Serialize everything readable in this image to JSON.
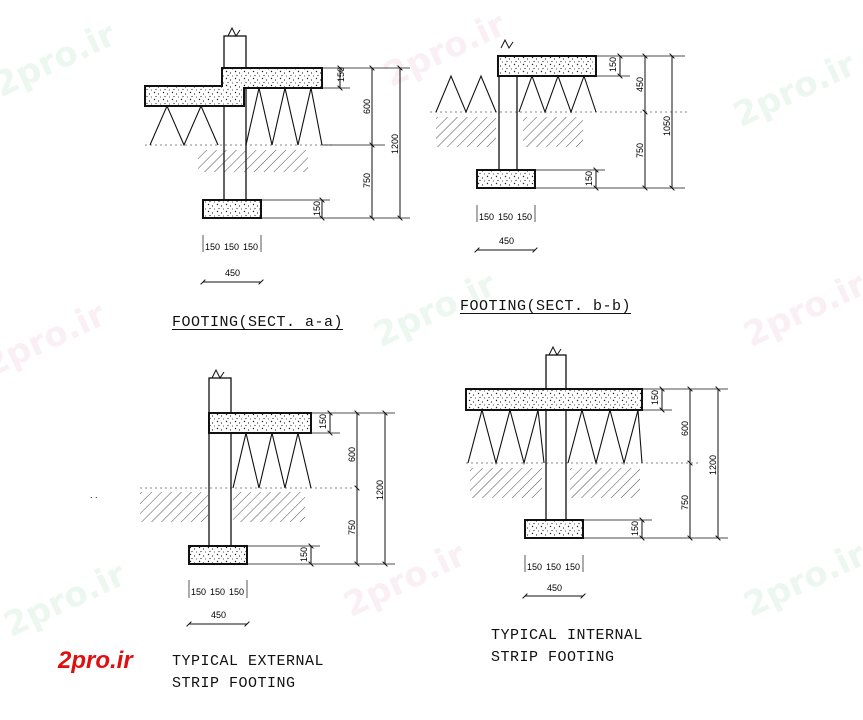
{
  "watermark": {
    "text": "2pro.ir"
  },
  "logo": {
    "text": "2pro.ir",
    "color": "#e01010"
  },
  "colors": {
    "line": "#111111",
    "slab_fill": "#ffffff",
    "accent": "#e01010"
  },
  "details": {
    "a": {
      "title": "FOOTING(SECT.  a-a)",
      "dims": {
        "top": "150",
        "mid": "600",
        "total": "1200",
        "lower": "750",
        "base": "150",
        "w1": "150",
        "w2": "150",
        "w3": "150",
        "width": "450"
      }
    },
    "b": {
      "title": "FOOTING(SECT.  b-b)",
      "dims": {
        "top": "150",
        "mid": "450",
        "total": "1050",
        "lower": "750",
        "base": "150",
        "w1": "150",
        "w2": "150",
        "w3": "150",
        "width": "450"
      }
    },
    "ext": {
      "title_line1": "TYPICAL  EXTERNAL",
      "title_line2": "STRIP  FOOTING",
      "dims": {
        "top": "150",
        "mid": "600",
        "total": "1200",
        "lower": "750",
        "base": "150",
        "w1": "150",
        "w2": "150",
        "w3": "150",
        "width": "450"
      }
    },
    "int": {
      "title_line1": "TYPICAL  INTERNAL",
      "title_line2": "STRIP  FOOTING",
      "dims": {
        "top": "150",
        "mid": "600",
        "total": "1200",
        "lower": "750",
        "base": "150",
        "w1": "150",
        "w2": "150",
        "w3": "150",
        "width": "450"
      }
    }
  }
}
